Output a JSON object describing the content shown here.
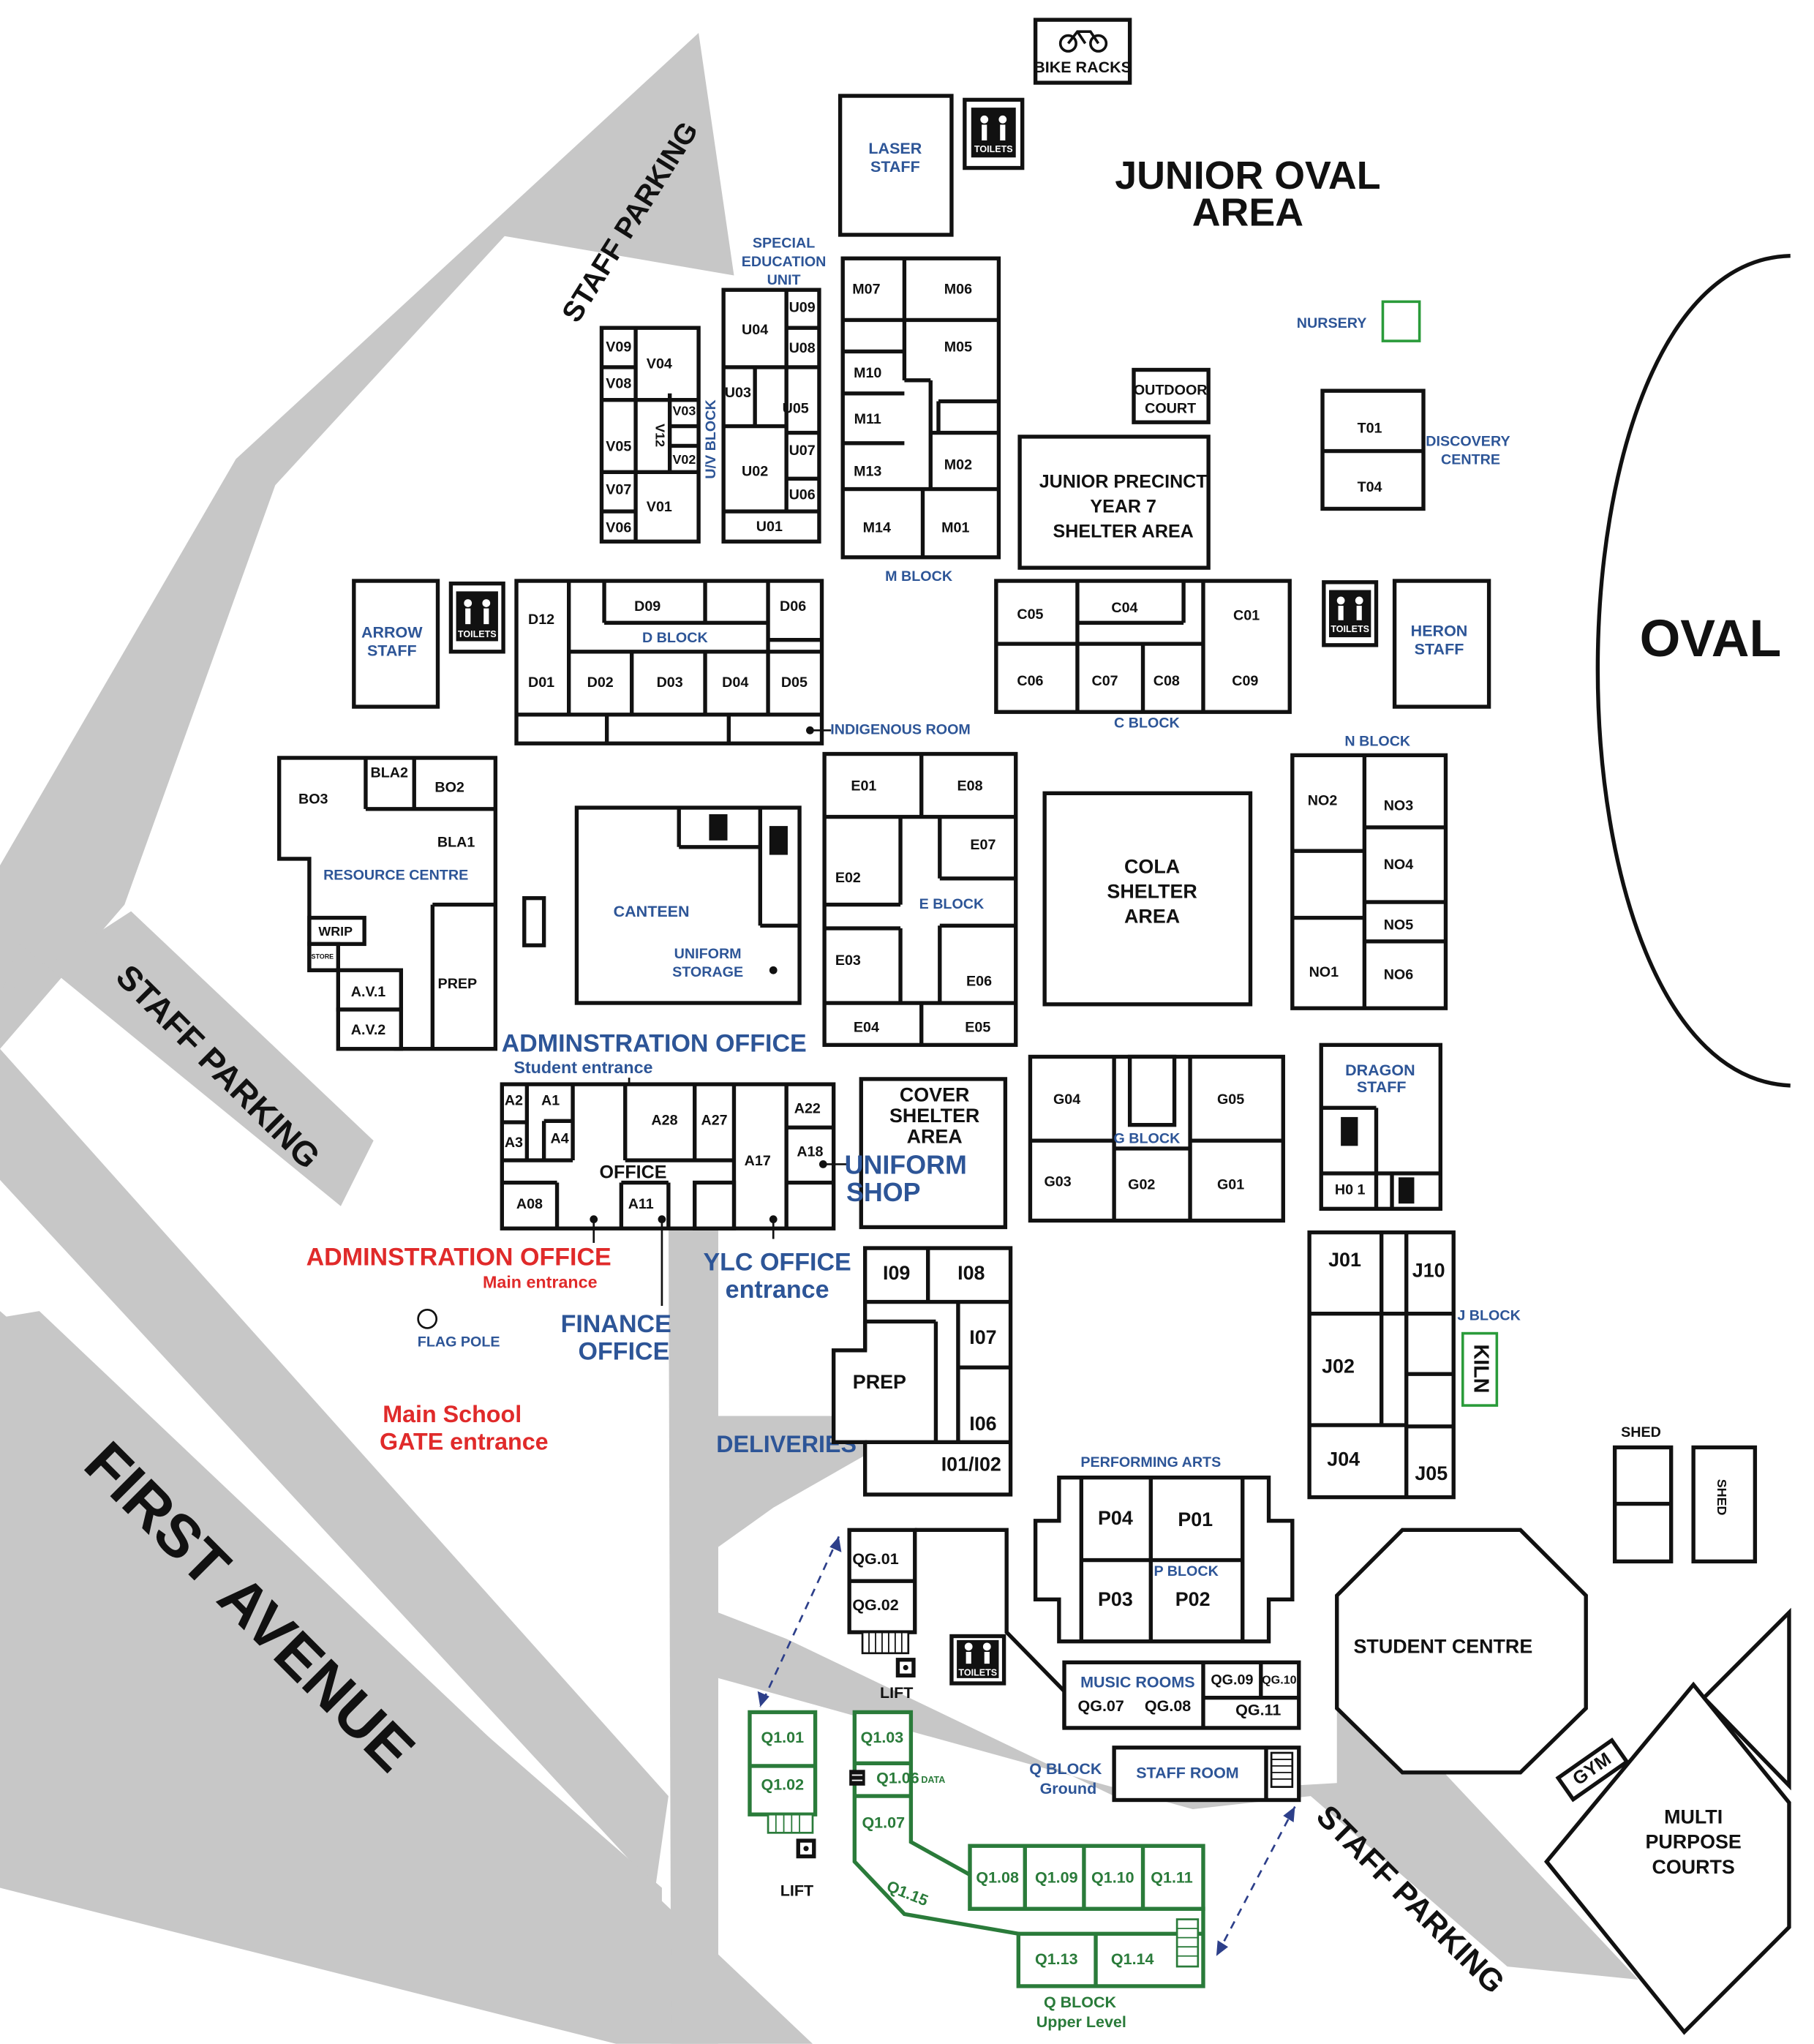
{
  "map": {
    "roads": {
      "first_avenue": "FIRST AVENUE",
      "staff_parking_top": "STAFF PARKING",
      "staff_parking_left": "STAFF PARKING",
      "staff_parking_bottom": "STAFF PARKING",
      "deliveries": "DELIVERIES"
    },
    "areas": {
      "bike_racks": "BIKE RACKS",
      "junior_oval_line1": "JUNIOR OVAL",
      "junior_oval_line2": "AREA",
      "oval": "OVAL",
      "nursery": "NURSERY",
      "outdoor_court_1": "OUTDOOR",
      "outdoor_court_2": "COURT",
      "junior_precinct_1": "JUNIOR PRECINCT",
      "junior_precinct_2": "YEAR 7",
      "junior_precinct_3": "SHELTER AREA",
      "discovery_1": "DISCOVERY",
      "discovery_2": "CENTRE",
      "laser_1": "LASER",
      "laser_2": "STAFF",
      "special_1": "SPECIAL",
      "special_2": "EDUCATION",
      "special_3": "UNIT",
      "arrow_1": "ARROW",
      "arrow_2": "STAFF",
      "heron_1": "HERON",
      "heron_2": "STAFF",
      "dragon_1": "DRAGON",
      "dragon_2": "STAFF",
      "resource_centre": "RESOURCE CENTRE",
      "canteen": "CANTEEN",
      "uniform_storage_1": "UNIFORM",
      "uniform_storage_2": "STORAGE",
      "cola_1": "COLA",
      "cola_2": "SHELTER",
      "cola_3": "AREA",
      "cover_1": "COVER",
      "cover_2": "SHELTER",
      "cover_3": "AREA",
      "uniform_shop_1": "UNIFORM",
      "uniform_shop_2": "SHOP",
      "admin_student_1": "ADMINSTRATION OFFICE",
      "admin_student_2": "Student entrance",
      "admin_main_1": "ADMINSTRATION OFFICE",
      "admin_main_2": "Main entrance",
      "finance_1": "FINANCE",
      "finance_2": "OFFICE",
      "ylc_1": "YLC OFFICE",
      "ylc_2": "entrance",
      "flag_pole": "FLAG POLE",
      "main_gate_1": "Main School",
      "main_gate_2": "GATE entrance",
      "office": "OFFICE",
      "indigenous_room": "INDIGENOUS ROOM",
      "performing_arts": "PERFORMING ARTS",
      "music_rooms": "MUSIC ROOMS",
      "staff_room": "STAFF ROOM",
      "student_centre": "STUDENT CENTRE",
      "gym": "GYM",
      "multi_1": "MULTI",
      "multi_2": "PURPOSE",
      "multi_3": "COURTS",
      "shed": "SHED",
      "shed_vertical": "SHED",
      "kiln": "KILN",
      "lift": "LIFT",
      "q_ground_1": "Q BLOCK",
      "q_ground_2": "Ground",
      "q_upper_1": "Q BLOCK",
      "q_upper_2": "Upper Level",
      "toilets": "TOILETS"
    },
    "blocks": {
      "uv": "U/V BLOCK",
      "m": "M BLOCK",
      "d": "D BLOCK",
      "c": "C BLOCK",
      "n": "N BLOCK",
      "e": "E BLOCK",
      "g": "G BLOCK",
      "j": "J BLOCK",
      "p": "P BLOCK"
    },
    "rooms": {
      "V09": "V09",
      "V04": "V04",
      "V08": "V08",
      "V03": "V03",
      "V12": "V12",
      "V02": "V02",
      "V05": "V05",
      "V07": "V07",
      "V01": "V01",
      "V06": "V06",
      "U04": "U04",
      "U09": "U09",
      "U08": "U08",
      "U03": "U03",
      "U05": "U05",
      "U02": "U02",
      "U07": "U07",
      "U06": "U06",
      "U01": "U01",
      "M07": "M07",
      "M06": "M06",
      "M05": "M05",
      "M10": "M10",
      "M11": "M11",
      "M02": "M02",
      "M13": "M13",
      "M14": "M14",
      "M01": "M01",
      "T01": "T01",
      "T04": "T04",
      "D12": "D12",
      "D09": "D09",
      "D06": "D06",
      "D01": "D01",
      "D02": "D02",
      "D03": "D03",
      "D04": "D04",
      "D05": "D05",
      "C05": "C05",
      "C04": "C04",
      "C01": "C01",
      "C06": "C06",
      "C07": "C07",
      "C08": "C08",
      "C09": "C09",
      "BO3": "BO3",
      "BLA2": "BLA2",
      "BO2": "BO2",
      "BLA1": "BLA1",
      "WRIP": "WRIP",
      "STORE": "STORE",
      "AV1": "A.V.1",
      "AV2": "A.V.2",
      "PREP": "PREP",
      "E01": "E01",
      "E08": "E08",
      "E07": "E07",
      "E02": "E02",
      "E03": "E03",
      "E06": "E06",
      "E04": "E04",
      "E05": "E05",
      "NO2": "NO2",
      "NO3": "NO3",
      "NO4": "NO4",
      "NO5": "NO5",
      "NO1": "NO1",
      "NO6": "NO6",
      "A2": "A2",
      "A1": "A1",
      "A3": "A3",
      "A4": "A4",
      "A28": "A28",
      "A27": "A27",
      "A17": "A17",
      "A22": "A22",
      "A18": "A18",
      "A08": "A08",
      "A11": "A11",
      "G04": "G04",
      "G05": "G05",
      "G03": "G03",
      "G02": "G02",
      "G01": "G01",
      "H01": "H0 1",
      "I09": "I09",
      "I08": "I08",
      "I07": "I07",
      "I06": "I06",
      "I0102": "I01/I02",
      "PREP2": "PREP",
      "J01": "J01",
      "J10": "J10",
      "J02": "J02",
      "J04": "J04",
      "J05": "J05",
      "P04": "P04",
      "P01": "P01",
      "P03": "P03",
      "P02": "P02",
      "QG01": "QG.01",
      "QG02": "QG.02",
      "QG07": "QG.07",
      "QG08": "QG.08",
      "QG09": "QG.09",
      "QG10": "QG.10",
      "QG11": "QG.11",
      "Q101": "Q1.01",
      "Q102": "Q1.02",
      "Q103": "Q1.03",
      "Q106": "Q1.06",
      "Q106d": "DATA",
      "Q107": "Q1.07",
      "Q108": "Q1.08",
      "Q109": "Q1.09",
      "Q110": "Q1.10",
      "Q111": "Q1.11",
      "Q113": "Q1.13",
      "Q114": "Q1.14",
      "Q115": "Q1.15"
    }
  }
}
